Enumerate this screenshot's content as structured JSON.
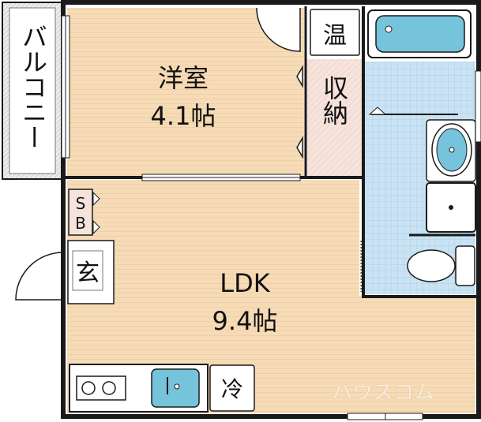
{
  "rooms": {
    "western_room": {
      "name": "洋室",
      "size": "4.1帖"
    },
    "ldk": {
      "name": "LDK",
      "size": "9.4帖"
    },
    "storage": {
      "name": "収納"
    },
    "balcony": {
      "name": "バルコニー"
    },
    "water_heater": {
      "name": "温"
    },
    "shoe_box": {
      "name": "SB",
      "line1": "S",
      "line2": "B"
    },
    "entrance": {
      "name": "玄"
    },
    "fridge": {
      "name": "冷"
    }
  },
  "watermark": {
    "text": "ハウスコム"
  },
  "colors": {
    "floor": "#f6dcb6",
    "floor_stripe": "#f1ceaa",
    "storage": "#f6e4dc",
    "bath_tile": "#c9e3f4",
    "tile_grid": "#a8cbe6",
    "fixture_blue": "#76c3dc",
    "balcony_hatch": "#cfcfcf",
    "wall": "#1a1a1a"
  },
  "icons": [
    "bathtub-icon",
    "sink-icon",
    "washing-machine-icon",
    "toilet-icon",
    "stove-icon",
    "kitchen-sink-icon",
    "door-swing-icon"
  ]
}
